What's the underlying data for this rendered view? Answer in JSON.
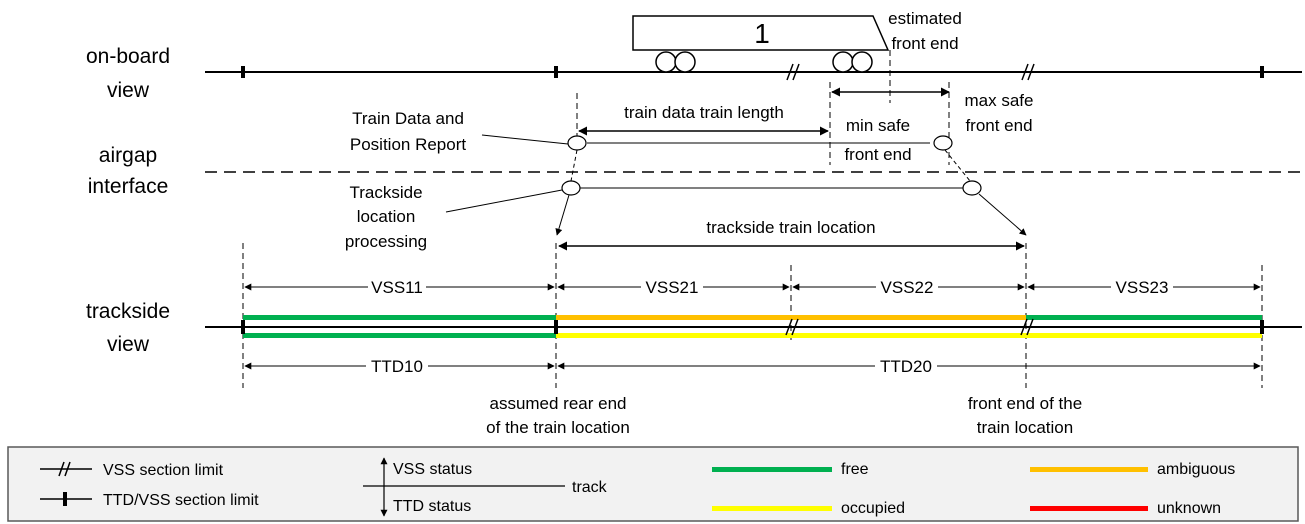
{
  "views": {
    "onboard_line1": "on-board",
    "onboard_line2": "view",
    "airgap_line1": "airgap",
    "airgap_line2": "interface",
    "trackside_line1": "trackside",
    "trackside_line2": "view"
  },
  "train": {
    "number": "1",
    "estimated_line1": "estimated",
    "estimated_line2": "front end"
  },
  "annotations": {
    "train_data_length": "train data train length",
    "min_safe_line1": "min safe",
    "min_safe_line2": "front end",
    "max_safe_line1": "max safe",
    "max_safe_line2": "front end",
    "report_line1": "Train Data and",
    "report_line2": "Position Report",
    "processing_line1": "Trackside",
    "processing_line2": "location",
    "processing_line3": "processing",
    "trackside_location": "trackside train location",
    "rear_line1": "assumed rear end",
    "rear_line2": "of the train location",
    "front_line1": "front end of the",
    "front_line2": "train location"
  },
  "sections": {
    "vss11": "VSS11",
    "vss21": "VSS21",
    "vss22": "VSS22",
    "vss23": "VSS23",
    "ttd10": "TTD10",
    "ttd20": "TTD20"
  },
  "legend": {
    "vss_limit": "VSS section limit",
    "ttd_limit": "TTD/VSS section limit",
    "vss_status": "VSS status",
    "ttd_status": "TTD status",
    "track": "track",
    "free": "free",
    "occupied": "occupied",
    "ambiguous": "ambiguous",
    "unknown": "unknown"
  },
  "colors": {
    "free": "#00B050",
    "occupied": "#FFFF00",
    "ambiguous": "#FFC000",
    "unknown": "#FF0000",
    "legend_bg": "#F2F2F2"
  }
}
